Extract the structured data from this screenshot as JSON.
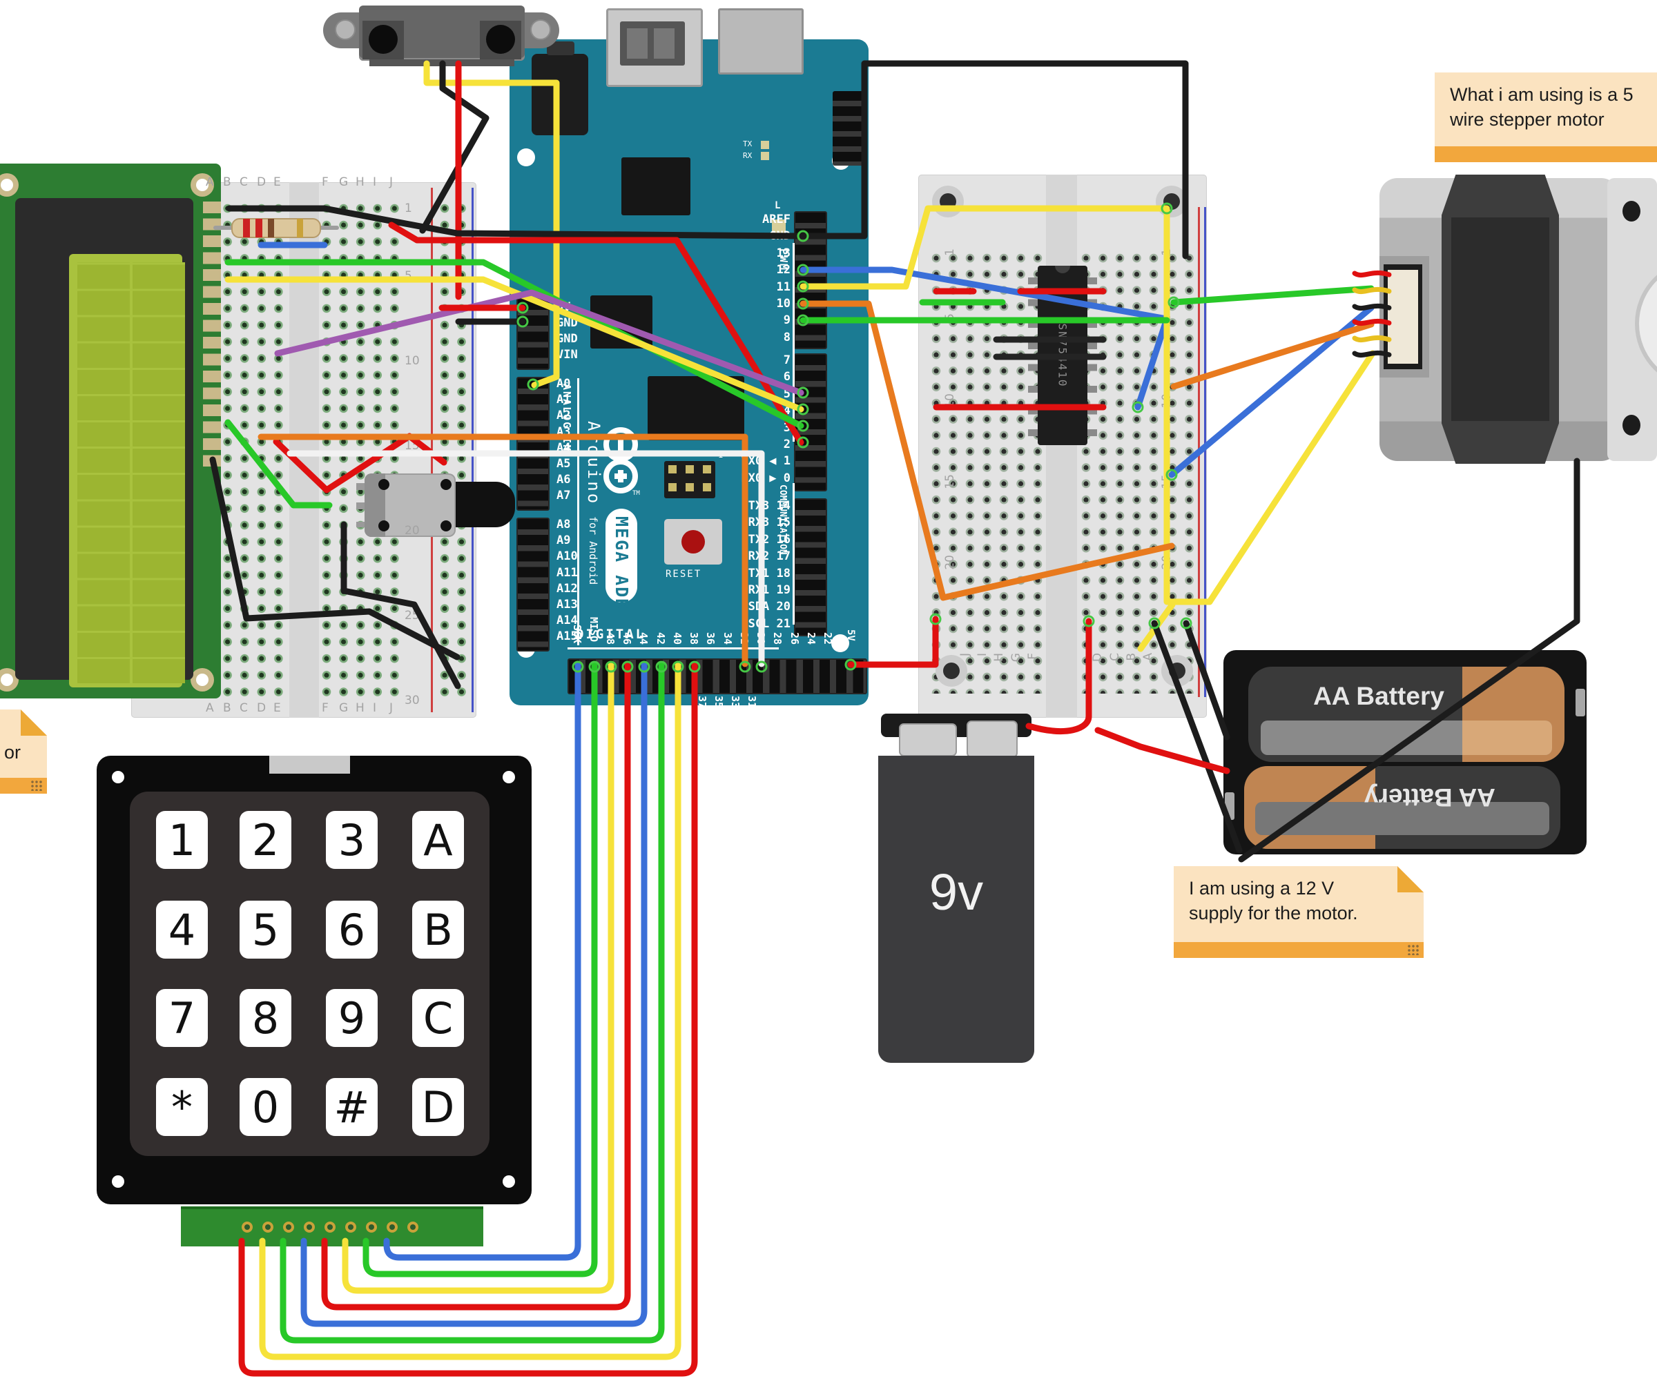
{
  "notes": {
    "bg": "#fbe3c0",
    "bar": "#f2a73d",
    "stepper": {
      "line1": "What i am using is a 5",
      "line2": "wire stepper motor"
    },
    "supply": {
      "line1": "I am using a 12 V",
      "line2": "supply for the motor."
    },
    "partial": {
      "text": "or"
    }
  },
  "arduino": {
    "board_color": "#1b7b93",
    "brand": "Arduino",
    "tm": "TM",
    "model": "MEGA ADK",
    "submodel": "for Android",
    "reset_label": "RESET",
    "digital_label": "DIGITAL",
    "analog_label": "ANALOG IN",
    "pwm_label": "PWM",
    "comm_label": "COMMUNICATION",
    "icsp_pin1": "1",
    "led_label": "L",
    "tx_label": "TX",
    "rx_label": "RX",
    "left_power_pins": [
      "5V",
      "GND",
      "GND",
      "VIN"
    ],
    "analog_pins": [
      "A0",
      "A1",
      "A2",
      "A3",
      "A4",
      "A5",
      "A6",
      "A7",
      "A8",
      "A9",
      "A10",
      "A11",
      "A12",
      "A13",
      "A14",
      "A15"
    ],
    "right_pins_top": [
      "AREF",
      "GND",
      "13",
      "12",
      "11",
      "10",
      "9",
      "8"
    ],
    "right_pins_mid": [
      "7",
      "6",
      "5",
      "4",
      "3",
      "2",
      "TX0 ◀ 1",
      "RX0 ▶ 0"
    ],
    "right_pins_comm": [
      "TX3 14",
      "RX3 15",
      "TX2 16",
      "RX2 17",
      "TX1 18",
      "RX1 19",
      "SDA 20",
      "SCL 21"
    ],
    "bottom_pins_top": [
      "SCK",
      "MISO",
      "48",
      "46",
      "44",
      "42",
      "40",
      "38",
      "36",
      "34",
      "32",
      "30",
      "28",
      "26",
      "24",
      "22"
    ],
    "bottom_pins_bottom": [
      "37",
      "35",
      "33",
      "31"
    ],
    "bottom_right_pin": "5V"
  },
  "keypad": {
    "keys": [
      "1",
      "2",
      "3",
      "A",
      "4",
      "5",
      "6",
      "B",
      "7",
      "8",
      "9",
      "C",
      "*",
      "0",
      "#",
      "D"
    ]
  },
  "ic": {
    "label": "SN754410"
  },
  "battery9v": {
    "label": "9v"
  },
  "aa_holder": {
    "battery1_label": "AA Battery",
    "battery2_label": "AA Battery"
  },
  "breadboard1": {
    "letters_left": [
      "A",
      "B",
      "C",
      "D",
      "E"
    ],
    "letters_right": [
      "F",
      "G",
      "H",
      "I",
      "J"
    ],
    "row_numbers": [
      "1",
      "5",
      "10",
      "15",
      "20",
      "25",
      "30"
    ]
  },
  "breadboard2": {
    "letters_left": [
      "J",
      "I",
      "H",
      "G",
      "F"
    ],
    "letters_right": [
      "D",
      "C",
      "B",
      "A"
    ],
    "numbers": [
      "1",
      "5",
      "10",
      "15",
      "20"
    ]
  },
  "wire_colors": {
    "red": "#e01010",
    "black": "#1c1c1c",
    "yellow": "#f6e23a",
    "green": "#28c828",
    "blue": "#3a6fd8",
    "orange": "#e87a1e",
    "purple": "#a05ab0",
    "white": "#f2f2f2"
  }
}
